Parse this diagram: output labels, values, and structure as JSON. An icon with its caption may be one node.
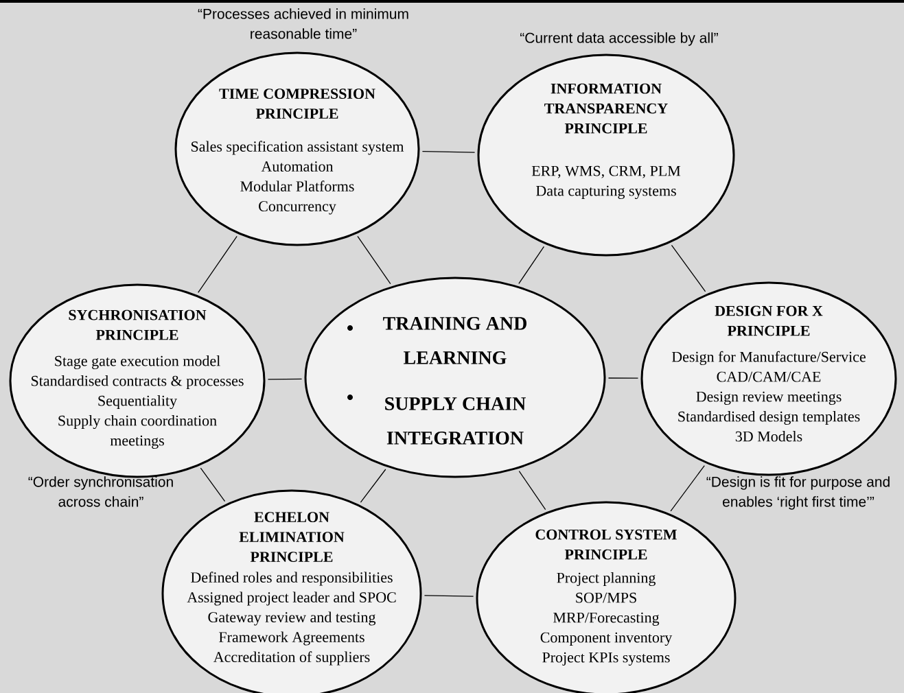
{
  "diagram": {
    "nodes": [
      {
        "text": [
          "TIME COMPRESSION PRINCIPLE",
          "Sales specification assistant system",
          "Automation",
          "Modular Platforms",
          "Concurrency"
        ],
        "beside": [
          "“Processes achieved in minimum reasonable time”"
        ]
      },
      {
        "text": [
          "INFORMATION TRANSPARENCY PRINCIPLE",
          "ERP, WMS, CRM, PLM",
          "Data capturing systems"
        ],
        "beside": [
          "“Current data accessible by all”"
        ]
      },
      {
        "text": [
          "SYCHRONISATION PRINCIPLE",
          "Stage gate execution model",
          "Standardised contracts & processes",
          "Sequentiality",
          "Supply chain coordination meetings"
        ],
        "beside": [
          "“Order synchronisation across chain”"
        ]
      },
      {
        "text": [
          "TRAINING AND LEARNING",
          "SUPPLY CHAIN INTEGRATION"
        ]
      },
      {
        "text": [
          "DESIGN FOR X PRINCIPLE",
          "Design for Manufacture/Service",
          "CAD/CAM/CAE",
          "Design review meetings",
          "Standardised design templates",
          "3D Models"
        ],
        "beside": [
          "“Design is fit for purpose and enables ‘right first time’”"
        ]
      },
      {
        "text": [
          "ECHELON ELIMINATION PRINCIPLE",
          "Defined roles and responsibilities",
          "Assigned project leader and SPOC",
          "Gateway review and testing",
          "Framework Agreements",
          "Accreditation of suppliers"
        ]
      },
      {
        "text": [
          "CONTROL SYSTEM PRINCIPLE",
          "Project planning",
          "SOP/MPS",
          "MRP/Forecasting",
          "Component inventory",
          "Project KPIs systems"
        ]
      }
    ],
    "edges": [
      {
        "from": 0,
        "to": 1,
        "arrow": "none"
      },
      {
        "from": 0,
        "to": 2,
        "arrow": "none"
      },
      {
        "from": 0,
        "to": 3,
        "arrow": "none"
      },
      {
        "from": 1,
        "to": 3,
        "arrow": "none"
      },
      {
        "from": 1,
        "to": 4,
        "arrow": "none"
      },
      {
        "from": 2,
        "to": 3,
        "arrow": "none"
      },
      {
        "from": 3,
        "to": 4,
        "arrow": "none"
      },
      {
        "from": 2,
        "to": 5,
        "arrow": "none"
      },
      {
        "from": 3,
        "to": 5,
        "arrow": "none"
      },
      {
        "from": 3,
        "to": 6,
        "arrow": "none"
      },
      {
        "from": 4,
        "to": 6,
        "arrow": "none"
      },
      {
        "from": 5,
        "to": 6,
        "arrow": "none"
      }
    ]
  }
}
